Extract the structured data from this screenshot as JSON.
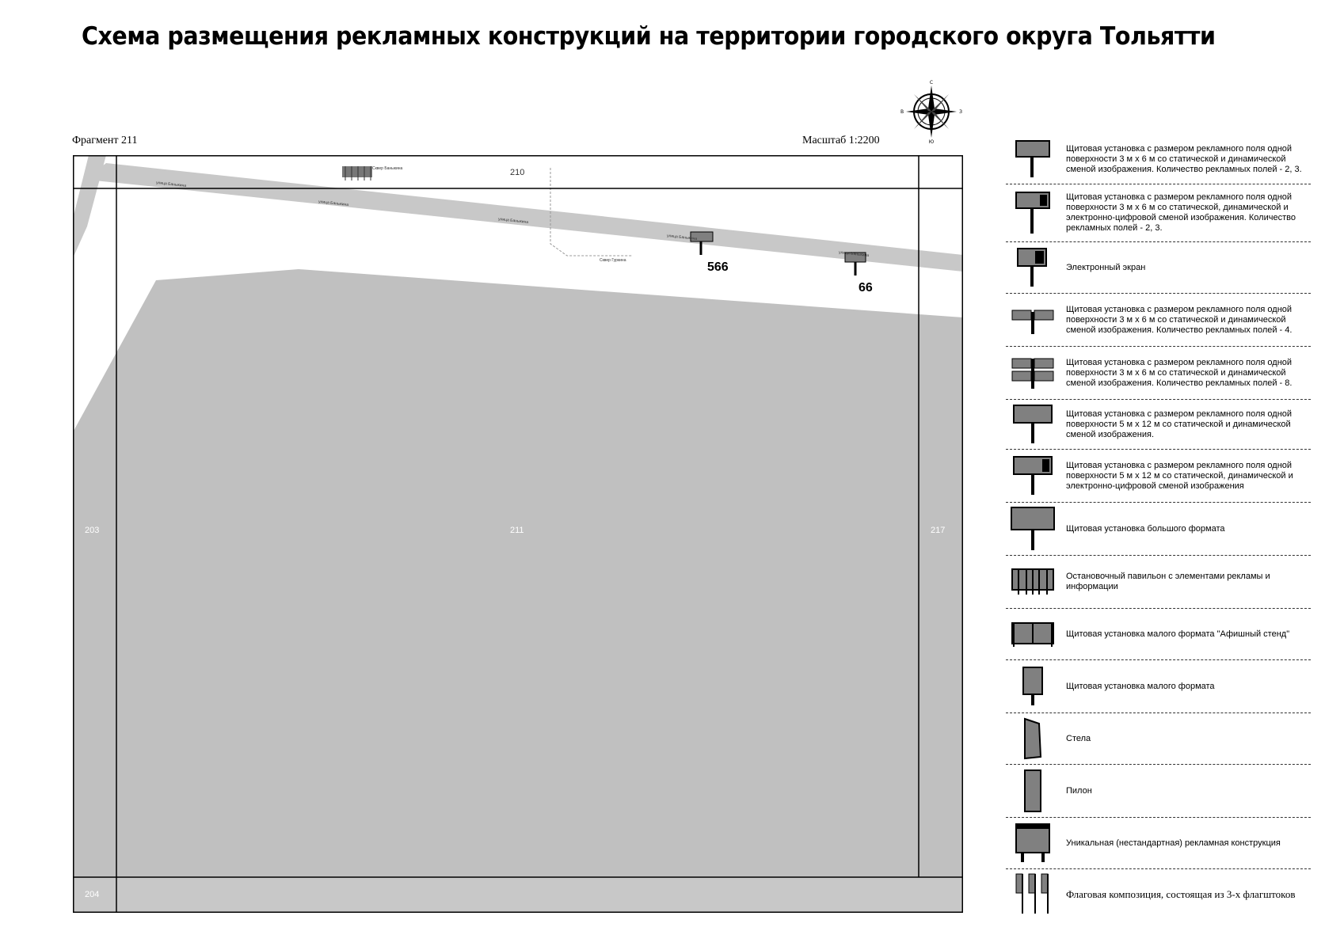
{
  "title": "Схема размещения рекламных конструкций на территории городского округа Тольятти",
  "fragment_label": "Фрагмент 211",
  "scale_label": "Масштаб 1:2200",
  "compass": {
    "n": "С",
    "s": "Ю",
    "w": "В",
    "e": "З"
  },
  "map": {
    "fragment_numbers": {
      "top": "210",
      "center": "211",
      "left": "203",
      "right": "217",
      "bottom_left": "204"
    },
    "street_labels": [
      "улица Баныкина",
      "улица Баныкина",
      "улица Баныкина",
      "улица Баныкина",
      "улица Баныкина"
    ],
    "poi_labels": [
      "Сквер Баныкина",
      "Сквер Гуркина"
    ],
    "constructions": [
      {
        "number": "566"
      },
      {
        "number": "66"
      }
    ],
    "colors": {
      "territory": "#c0c0c0",
      "road": "#c8c8c8",
      "sign": "#808080"
    }
  },
  "legend": [
    {
      "icon": "billboard-3x6-icon",
      "text": "Щитовая установка с размером рекламного поля одной поверхности 3 м х 6 м со статической и динамической сменой изображения. Количество рекламных полей - 2, 3."
    },
    {
      "icon": "billboard-3x6-digital-icon",
      "text": "Щитовая установка с размером рекламного поля одной поверхности 3 м х 6 м со статической, динамической и электронно-цифровой сменой изображения. Количество рекламных полей - 2, 3."
    },
    {
      "icon": "electronic-screen-icon",
      "text": "Электронный экран"
    },
    {
      "icon": "billboard-4-fields-icon",
      "text": "Щитовая установка с размером рекламного поля одной поверхности 3 м х 6 м со статической и динамической сменой изображения. Количество рекламных полей - 4."
    },
    {
      "icon": "billboard-8-fields-icon",
      "text": "Щитовая установка с размером рекламного поля одной поверхности 3 м х 6 м со статической и динамической сменой изображения. Количество рекламных полей - 8."
    },
    {
      "icon": "billboard-5x12-icon",
      "text": "Щитовая установка с размером рекламного поля одной поверхности 5 м х 12 м со статической и динамической сменой изображения."
    },
    {
      "icon": "billboard-5x12-digital-icon",
      "text": "Щитовая установка с размером рекламного поля одной поверхности 5 м х 12 м со статической, динамической и электронно-цифровой сменой изображения"
    },
    {
      "icon": "large-format-billboard-icon",
      "text": "Щитовая установка большого формата"
    },
    {
      "icon": "bus-stop-pavilion-icon",
      "text": "Остановочный павильон с элементами рекламы и информации"
    },
    {
      "icon": "poster-stand-icon",
      "text": "Щитовая установка малого формата \"Афишный стенд\""
    },
    {
      "icon": "small-format-billboard-icon",
      "text": "Щитовая установка малого формата"
    },
    {
      "icon": "stele-icon",
      "text": "Стела"
    },
    {
      "icon": "pylon-icon",
      "text": "Пилон"
    },
    {
      "icon": "unique-construction-icon",
      "text": "Уникальная (нестандартная) рекламная конструкция"
    },
    {
      "icon": "flag-composition-icon",
      "text": "Флаговая композиция, состоящая из 3-х флагштоков"
    }
  ]
}
